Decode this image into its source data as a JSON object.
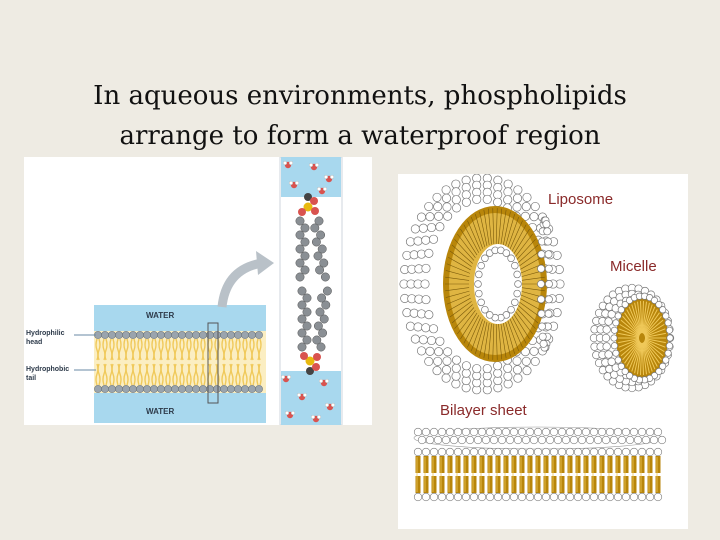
{
  "title": {
    "line1": "In aqueous environments, phospholipids",
    "line2": "arrange to form a waterproof region"
  },
  "left_figure": {
    "water_top": "WATER",
    "water_bottom": "WATER",
    "hydrophilic_label": "Hydrophilic head",
    "hydrophobic_label": "Hydrophobic tail"
  },
  "right_figure": {
    "liposome": "Liposome",
    "micelle": "Micelle",
    "bilayer_sheet": "Bilayer sheet"
  },
  "colors": {
    "background": "#eeebe3",
    "water_blue": "#a8d8ee",
    "head_gray": "#9aa4ad",
    "tail_yellow": "#f0c95a",
    "lipid_tail_brown": "#b8860b",
    "label_red": "#8a2a2a"
  }
}
